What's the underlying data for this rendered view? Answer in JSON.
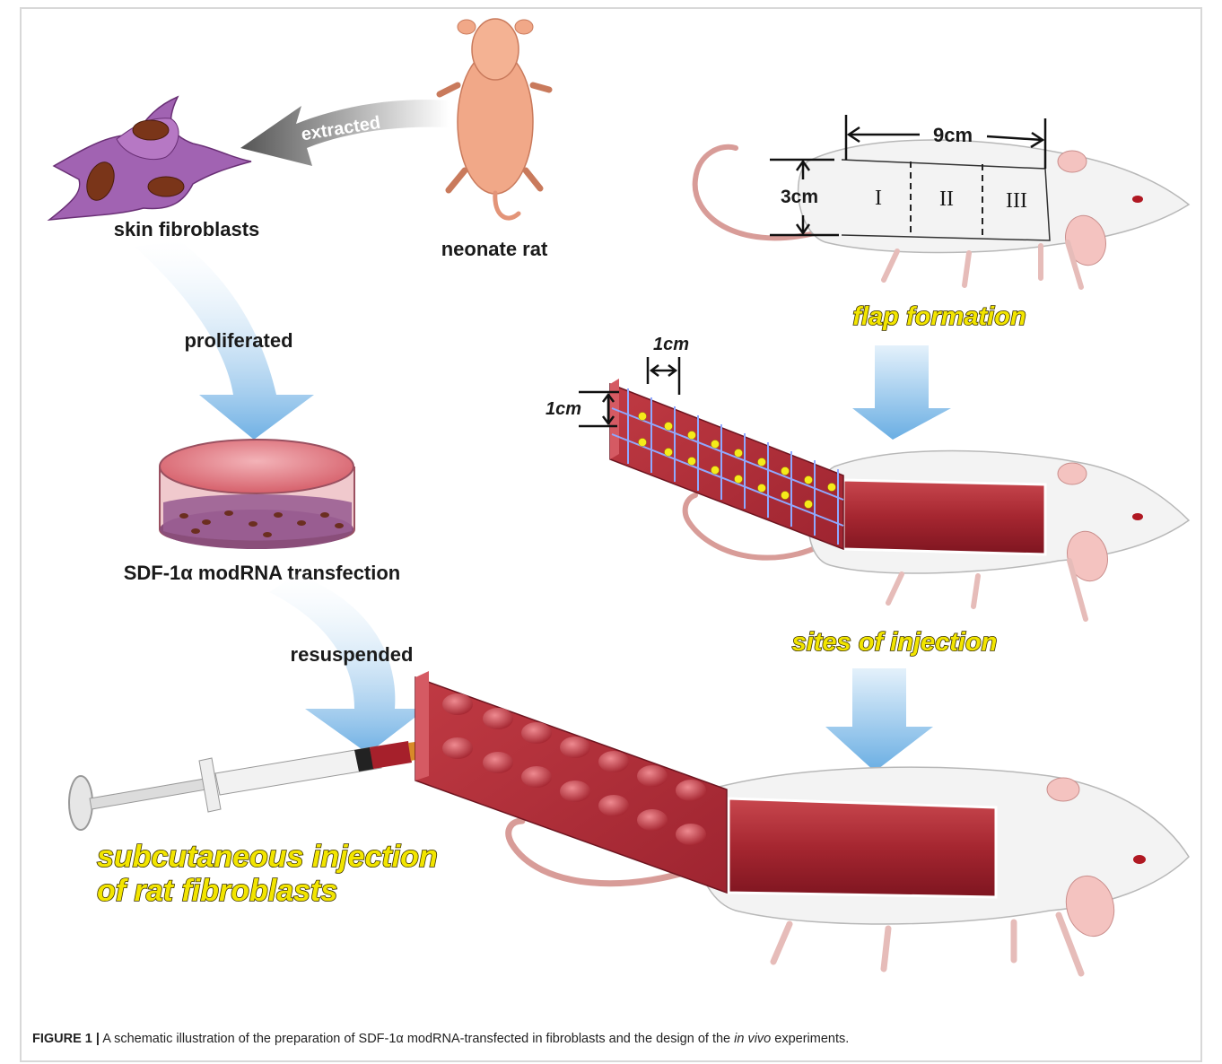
{
  "labels": {
    "extracted": "extracted",
    "neonate_rat": "neonate rat",
    "skin_fibroblasts": "skin fibroblasts",
    "proliferated": "proliferated",
    "transfection": "SDF-1α modRNA transfection",
    "resuspended": "resuspended",
    "flap_formation": "flap formation",
    "sites_of_injection": "sites of injection",
    "subcutaneous_line1": "subcutaneous injection",
    "subcutaneous_line2": "of rat fibroblasts"
  },
  "dimensions": {
    "length": "9cm",
    "width": "3cm",
    "grid_h": "1cm",
    "grid_v": "1cm"
  },
  "zones": [
    "I",
    "II",
    "III"
  ],
  "caption": {
    "prefix": "FIGURE 1 |",
    "text_a": " A schematic illustration of the preparation of SDF-1α modRNA-transfected in fibroblasts and the design of the ",
    "italic": "in vivo",
    "text_b": " experiments."
  },
  "colors": {
    "blue_arrow": "#7fb8e6",
    "yellow_label": "#f2e500",
    "flap_red": "#b8323c",
    "fibroblast": "#9b5ba8"
  }
}
